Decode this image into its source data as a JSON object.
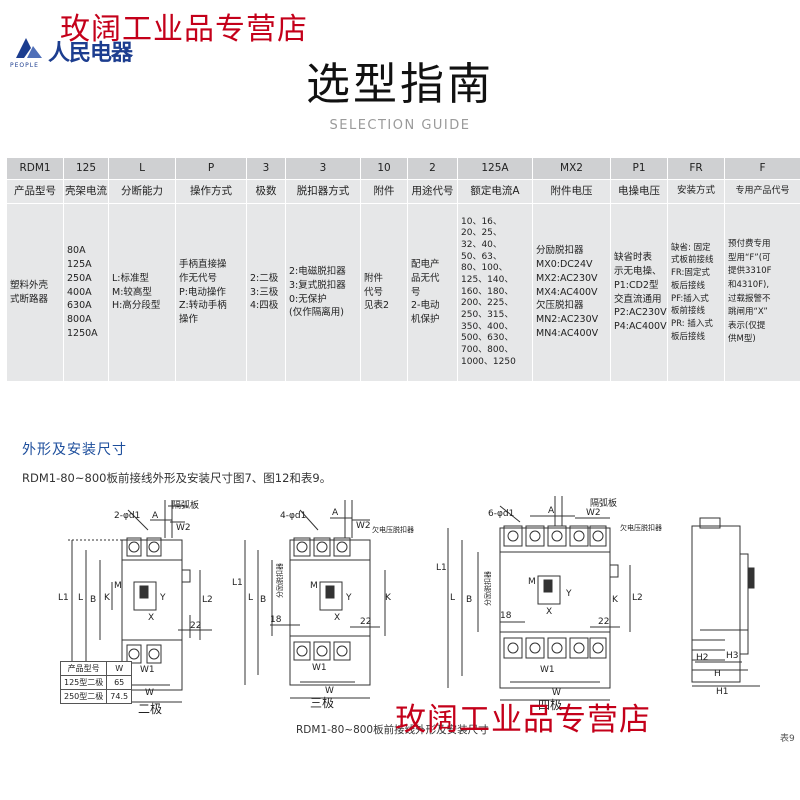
{
  "watermark": {
    "top": "玫阔工业品专营店",
    "bottom": "玫阔工业品专营店"
  },
  "logo": {
    "text": "人民电器",
    "sub": "PEOPLE"
  },
  "header": {
    "title": "选型指南",
    "subtitle": "SELECTION GUIDE"
  },
  "selection_table": {
    "codes": [
      "RDM1",
      "125",
      "L",
      "P",
      "3",
      "3",
      "10",
      "2",
      "125A",
      "MX2",
      "P1",
      "FR",
      "F"
    ],
    "headers": [
      "产品型号",
      "壳架电流",
      "分断能力",
      "操作方式",
      "极数",
      "脱扣器方式",
      "附件",
      "用途代号",
      "额定电流A",
      "附件电压",
      "电操电压",
      "安装方式",
      "专用产品代号"
    ],
    "cells": [
      [
        "塑料外壳",
        "式断路器"
      ],
      [
        "80A",
        "125A",
        "250A",
        "400A",
        "630A",
        "800A",
        "1250A"
      ],
      [
        "L:标准型",
        "M:较高型",
        "H:高分段型"
      ],
      [
        "手柄直接操",
        "作无代号",
        "P:电动操作",
        "Z:转动手柄",
        "操作"
      ],
      [
        "2:二极",
        "3:三极",
        "4:四极"
      ],
      [
        "2:电磁脱扣器",
        "3:复式脱扣器",
        "0:无保护",
        "(仅作隔离用)"
      ],
      [
        "附件",
        "代号",
        "见表2"
      ],
      [
        "配电产",
        "品无代",
        "号",
        "2-电动",
        "机保护"
      ],
      [
        "10、16、",
        "20、25、",
        "32、40、",
        "50、63、",
        "80、100、",
        "125、140、",
        "160、180、",
        "200、225、",
        "250、315、",
        "350、400、",
        "500、630、",
        "700、800、",
        "1000、1250"
      ],
      [
        "分励脱扣器",
        "MX0:DC24V",
        "MX2:AC230V",
        "MX4:AC400V",
        "欠压脱扣器",
        "MN2:AC230V",
        "MN4:AC400V"
      ],
      [
        "缺省时表",
        "示无电操、",
        "P1:CD2型",
        "交直流通用",
        "P2:AC230V",
        "P4:AC400V"
      ],
      [
        "缺省: 固定",
        "式板前接线",
        "FR:固定式",
        "板后接线",
        "PF:插入式",
        "板前接线",
        "PR: 插入式",
        "板后接线"
      ],
      [
        "预付费专用",
        "型用“F”(可",
        "提供3310F",
        "和4310F),",
        "过载报警不",
        "跳闸用“X”",
        "表示(仅提",
        "供M型)"
      ]
    ]
  },
  "section": {
    "title": "外形及安装尺寸",
    "desc": "RDM1-80~800板前接线外形及安装尺寸图7、图12和表9。"
  },
  "drawing_labels": {
    "holes_2": "2-φd1",
    "holes_4": "4-φd1",
    "holes_6": "6-φd1",
    "arc_plate": "隔弧板",
    "undervoltage": "欠电压脱扣器",
    "shunt": "分励脱扣器",
    "A": "A",
    "W": "W",
    "W1": "W1",
    "W2": "W2",
    "L": "L",
    "L1": "L1",
    "L2": "L2",
    "B": "B",
    "K": "K",
    "M": "M",
    "X": "X",
    "Y": "Y",
    "H": "H",
    "H1": "H1",
    "H2": "H2",
    "H3": "H3",
    "d18": "18",
    "d22": "22"
  },
  "dim_table": {
    "header": [
      "产品型号",
      "W"
    ],
    "rows": [
      [
        "125型二极",
        "65"
      ],
      [
        "250型二极",
        "74.5"
      ]
    ]
  },
  "figure_labels": {
    "two_pole": "二极",
    "three_pole": "三极",
    "four_pole": "四极"
  },
  "caption": "RDM1-80~800板前接线外形及安装尺寸",
  "tail_text": "表9",
  "colors": {
    "watermark": "#c4001a",
    "section_title": "#1d4e9c",
    "code_row": "#cfd0d2",
    "body_row": "#e6e7e8",
    "logo": "#1c3d8f"
  }
}
